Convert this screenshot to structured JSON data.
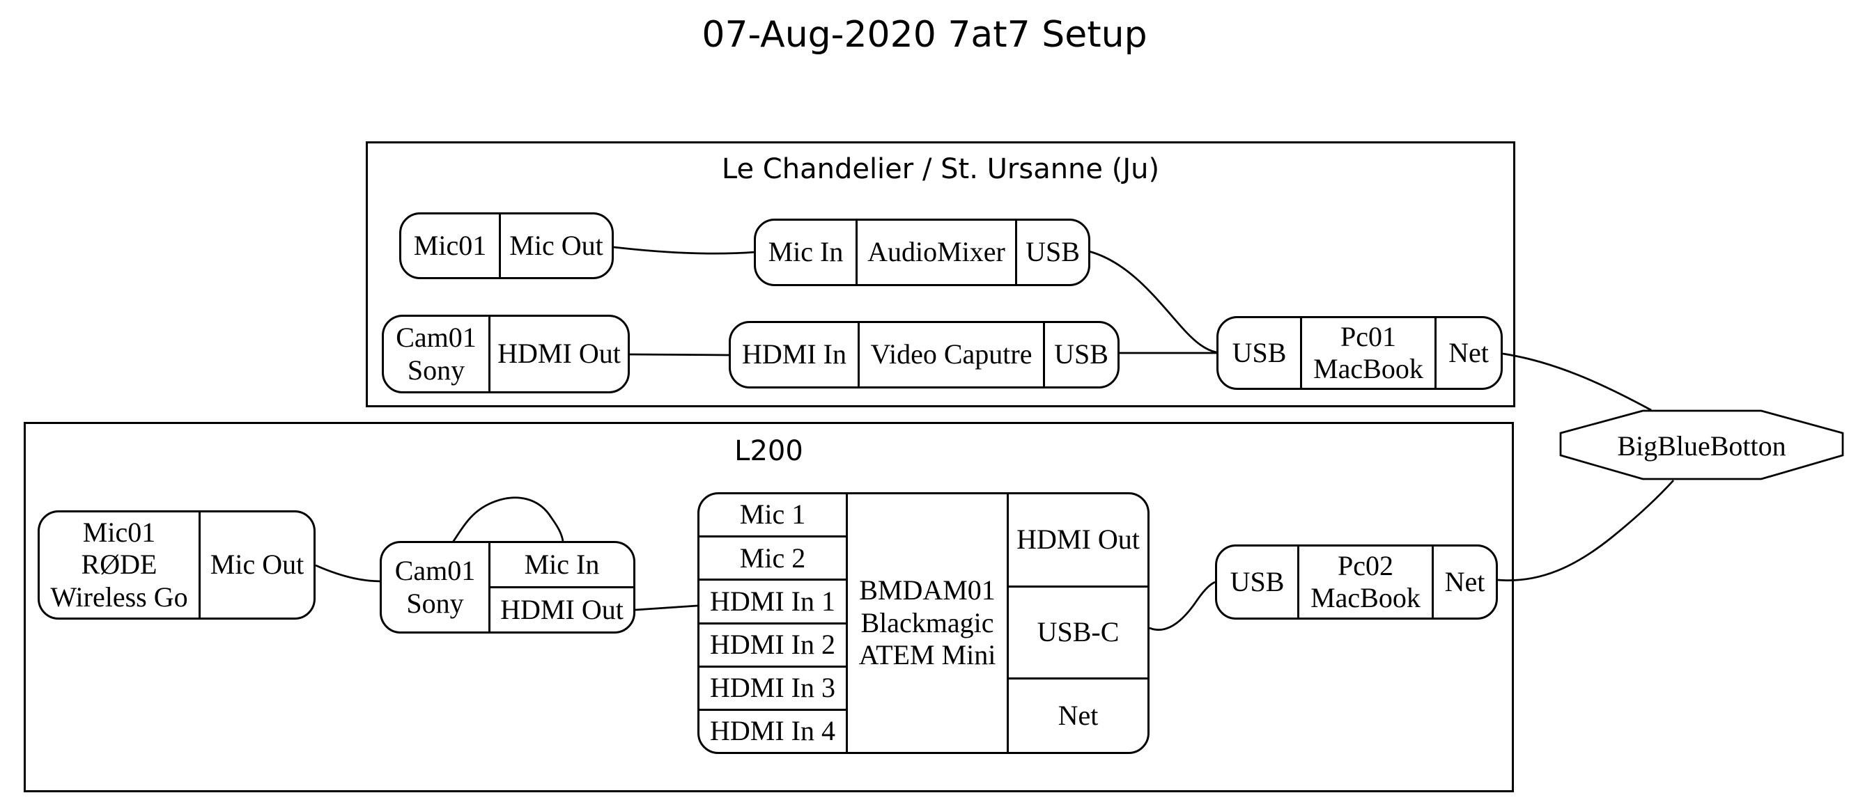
{
  "title": "07-Aug-2020 7at7 Setup",
  "colors": {
    "ink": "#000000",
    "background": "#ffffff"
  },
  "chandelier": {
    "label": "Le Chandelier / St. Ursanne (Ju)",
    "mic01": {
      "name": "Mic01",
      "mic_out": "Mic Out"
    },
    "audiomixer": {
      "mic_in": "Mic In",
      "name": "AudioMixer",
      "usb": "USB"
    },
    "cam01": {
      "name": "Cam01\nSony",
      "hdmi_out": "HDMI Out"
    },
    "videocapture": {
      "hdmi_in": "HDMI In",
      "name": "Video Caputre",
      "usb": "USB"
    },
    "pc01": {
      "usb": "USB",
      "name": "Pc01\nMacBook",
      "net": "Net"
    }
  },
  "l200": {
    "label": "L200",
    "mic01": {
      "name": "Mic01\nRØDE\nWireless Go",
      "mic_out": "Mic Out"
    },
    "cam01": {
      "name": "Cam01\nSony",
      "mic_in": "Mic In",
      "hdmi_out": "HDMI Out"
    },
    "atem": {
      "name": "BMDAM01\nBlackmagic\nATEM Mini",
      "ports_left": [
        "Mic 1",
        "Mic 2",
        "HDMI In 1",
        "HDMI In 2",
        "HDMI In 3",
        "HDMI In 4"
      ],
      "ports_right": [
        "HDMI Out",
        "USB-C",
        "Net"
      ]
    },
    "pc02": {
      "usb": "USB",
      "name": "Pc02\nMacBook",
      "net": "Net"
    }
  },
  "bigbluebutton": {
    "label": "BigBlueBotton"
  },
  "edges": [
    {
      "from": "chandelier.mic01.mic_out",
      "to": "chandelier.audiomixer.mic_in"
    },
    {
      "from": "chandelier.audiomixer.usb",
      "to": "chandelier.pc01.usb"
    },
    {
      "from": "chandelier.cam01.hdmi_out",
      "to": "chandelier.videocapture.hdmi_in"
    },
    {
      "from": "chandelier.videocapture.usb",
      "to": "chandelier.pc01.usb"
    },
    {
      "from": "chandelier.pc01.net",
      "to": "bigbluebutton"
    },
    {
      "from": "l200.mic01.mic_out",
      "to": "l200.cam01.mic_in"
    },
    {
      "from": "l200.cam01.hdmi_out",
      "to": "l200.atem.ports_left.2"
    },
    {
      "from": "l200.atem.ports_right.1",
      "to": "l200.pc02.usb"
    },
    {
      "from": "l200.pc02.net",
      "to": "bigbluebutton"
    }
  ]
}
